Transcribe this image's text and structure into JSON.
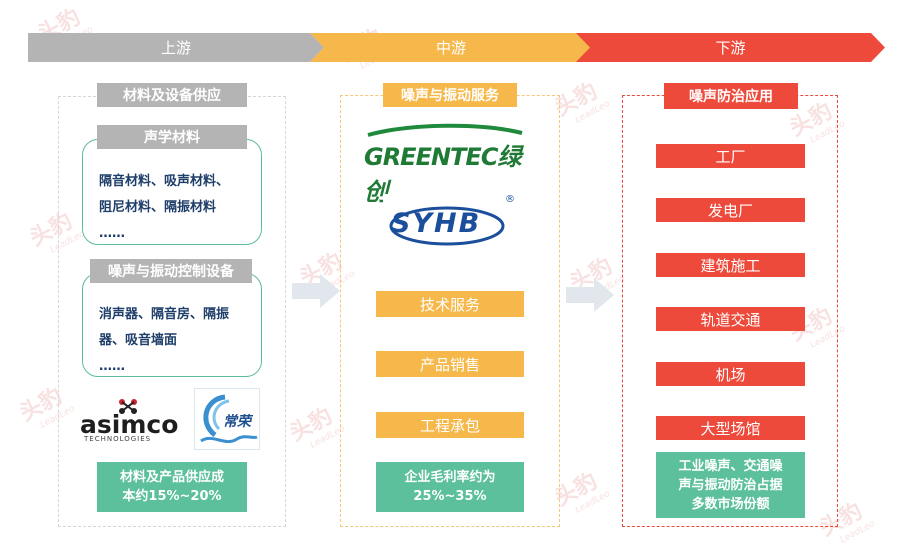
{
  "stages": {
    "upstream": "上游",
    "midstream": "中游",
    "downstream": "下游"
  },
  "watermark": {
    "cn": "头豹",
    "en": "LeadLeo"
  },
  "upstream": {
    "title": "材料及设备供应",
    "acoustic_title": "声学材料",
    "acoustic_line1": "隔音材料、吸声材料、",
    "acoustic_line2": "阻尼材料、隔振材料",
    "acoustic_more": "……",
    "equipment_title": "噪声与振动控制设备",
    "equipment_line1": "消声器、隔音房、隔振",
    "equipment_line2": "器、吸音墙面",
    "equipment_more": "……",
    "logo1_name": "asimco",
    "logo1_sub": "TECHNOLOGIES",
    "logo2_text": "常荣",
    "cost_line1": "材料及产品供应成",
    "cost_line2": "本约15%~20%"
  },
  "midstream": {
    "title": "噪声与振动服务",
    "logo_greentec": "GREENTEC绿创",
    "logo_syhb": "SYHB",
    "logo_syhb_mark": "®",
    "items": [
      "技术服务",
      "产品销售",
      "工程承包"
    ],
    "margin_line1": "企业毛利率约为",
    "margin_line2": "25%~35%"
  },
  "downstream": {
    "title": "噪声防治应用",
    "items": [
      "工厂",
      "发电厂",
      "建筑施工",
      "轨道交通",
      "机场",
      "大型场馆"
    ],
    "share_line1": "工业噪声、交通噪",
    "share_line2": "声与振动防治占据",
    "share_line3": "多数市场份额"
  },
  "colors": {
    "grey": "#b4b4b4",
    "orange": "#f6b84a",
    "red": "#ee4a3b",
    "green": "#5cc09c"
  }
}
